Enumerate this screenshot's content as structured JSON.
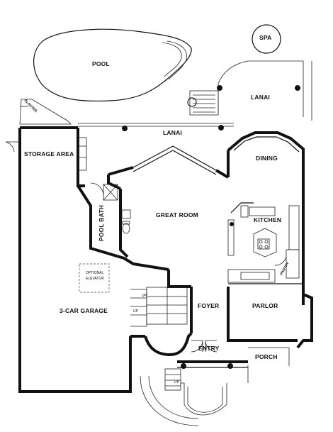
{
  "rooms": {
    "pool": "POOL",
    "spa": "SPA",
    "lanai_upper": "LANAI",
    "lanai": "LANAI",
    "planter": "PLANTER",
    "storage_area": "STORAGE AREA",
    "dining": "DINING",
    "great_room": "GREAT ROOM",
    "kitchen": "KITCHEN",
    "pool_bath": "POOL BATH",
    "optional_elevator_line1": "OPTIONAL",
    "optional_elevator_line2": "ELEVATOR",
    "garage": "3-CAR GARAGE",
    "foyer": "FOYER",
    "parlor": "PARLOR",
    "entry": "ENTRY",
    "porch": "PORCH",
    "pantry": "PANTRY",
    "up_stair": "UP",
    "up_front": "UP",
    "up_garage": "UP"
  },
  "colors": {
    "wall": "#111111",
    "background": "#ffffff"
  }
}
